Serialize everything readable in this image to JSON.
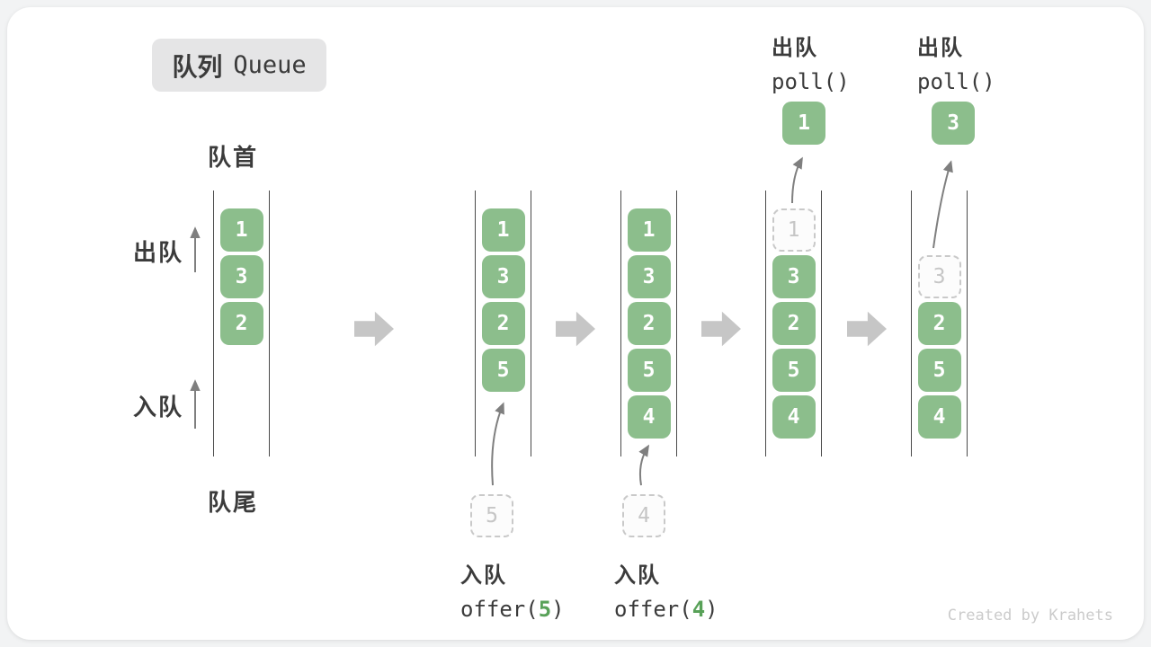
{
  "header": {
    "title_zh": "队列",
    "title_en": "Queue"
  },
  "labels": {
    "front": "队首",
    "rear": "队尾",
    "dequeue": "出队",
    "enqueue": "入队"
  },
  "footer": {
    "watermark": "Created by Krahets"
  },
  "colors": {
    "cell_green": "#8cbe8c",
    "code_arg_green": "#58a158",
    "block_arrow_gray": "#c6c6c6",
    "thin_arrow_gray": "#7f7f7f",
    "container_line": "#4a4a4a",
    "ghost_border": "#c9c9c9",
    "ghost_text": "#c6c6c6",
    "chip_bg": "#e5e5e6",
    "text_dark": "#3b3b3b",
    "watermark_gray": "#cbcbcb"
  },
  "states": [
    {
      "name": "initial",
      "cells": [
        "1",
        "3",
        "2"
      ]
    },
    {
      "name": "after-offer-5",
      "cells": [
        "1",
        "3",
        "2",
        "5"
      ],
      "incoming": "5",
      "op": {
        "zh": "入队",
        "code_pre": "offer(",
        "arg": "5",
        "code_post": ")"
      }
    },
    {
      "name": "after-offer-4",
      "cells": [
        "1",
        "3",
        "2",
        "5",
        "4"
      ],
      "incoming": "4",
      "op": {
        "zh": "入队",
        "code_pre": "offer(",
        "arg": "4",
        "code_post": ")"
      }
    },
    {
      "name": "after-poll-1",
      "ghost": "1",
      "removed": "1",
      "cells": [
        "3",
        "2",
        "5",
        "4"
      ],
      "op": {
        "zh": "出队",
        "code": "poll()"
      }
    },
    {
      "name": "after-poll-3",
      "ghost": "3",
      "removed": "3",
      "cells": [
        "2",
        "5",
        "4"
      ],
      "op": {
        "zh": "出队",
        "code": "poll()"
      }
    }
  ]
}
